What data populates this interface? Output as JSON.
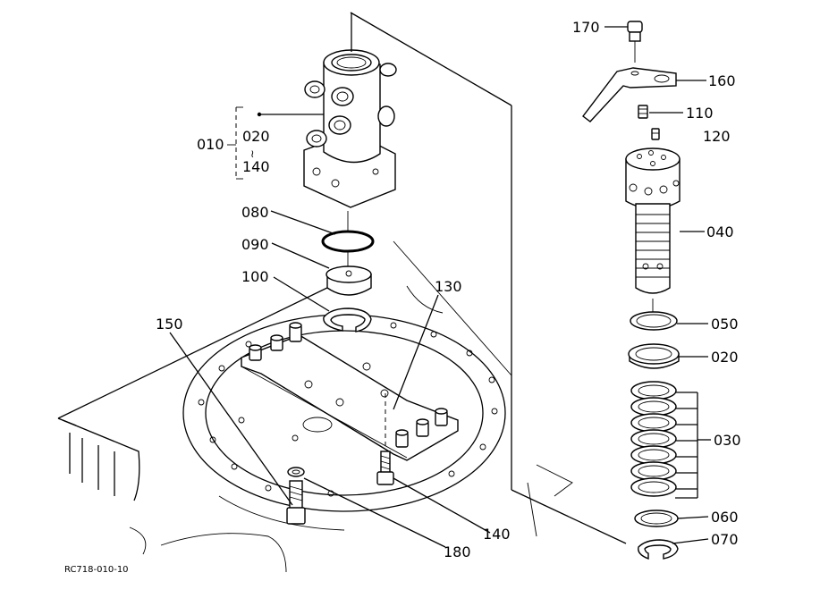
{
  "labels": {
    "p170": "170",
    "p160": "160",
    "p110": "110",
    "p120": "120",
    "p010": "010",
    "p020a": "020",
    "tilde": "≀",
    "p140a": "140",
    "p080": "080",
    "p090": "090",
    "p100": "100",
    "p130": "130",
    "p150": "150",
    "p040": "040",
    "p050": "050",
    "p020": "020",
    "p030": "030",
    "p060": "060",
    "p070": "070",
    "p140": "140",
    "p180": "180",
    "code": "RC718-010-10"
  }
}
